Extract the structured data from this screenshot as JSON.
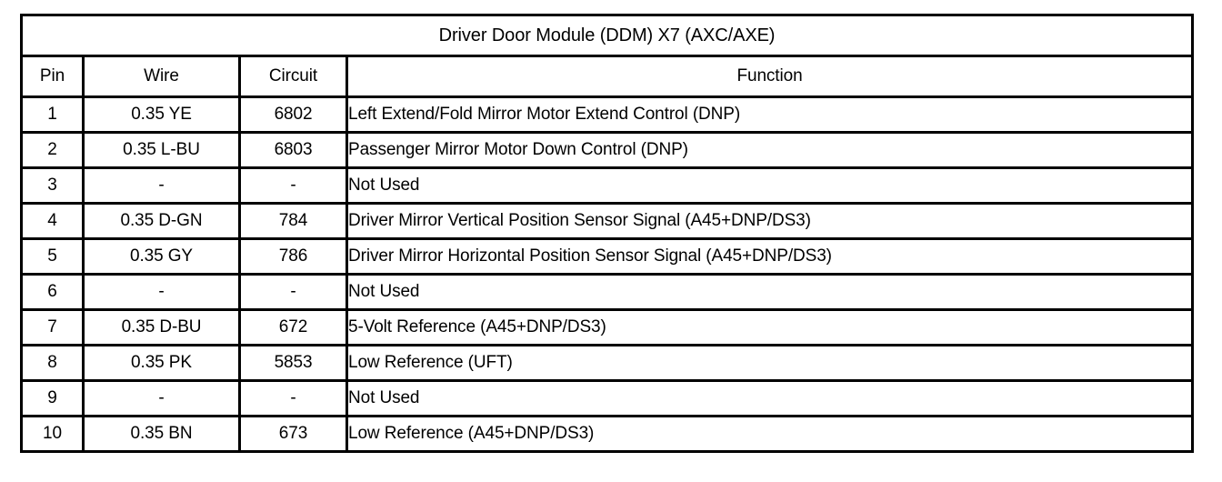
{
  "table": {
    "title": "Driver Door Module (DDM) X7 (AXC/AXE)",
    "columns": [
      {
        "key": "pin",
        "label": "Pin"
      },
      {
        "key": "wire",
        "label": "Wire"
      },
      {
        "key": "circuit",
        "label": "Circuit"
      },
      {
        "key": "function",
        "label": "Function"
      }
    ],
    "rows": [
      {
        "pin": "1",
        "wire": "0.35 YE",
        "circuit": "6802",
        "function": "Left Extend/Fold Mirror Motor Extend Control (DNP)"
      },
      {
        "pin": "2",
        "wire": "0.35 L-BU",
        "circuit": "6803",
        "function": "Passenger Mirror Motor Down Control (DNP)"
      },
      {
        "pin": "3",
        "wire": "-",
        "circuit": "-",
        "function": "Not Used"
      },
      {
        "pin": "4",
        "wire": "0.35 D-GN",
        "circuit": "784",
        "function": "Driver Mirror Vertical Position Sensor Signal (A45+DNP/DS3)"
      },
      {
        "pin": "5",
        "wire": "0.35 GY",
        "circuit": "786",
        "function": "Driver Mirror Horizontal Position Sensor Signal (A45+DNP/DS3)"
      },
      {
        "pin": "6",
        "wire": "-",
        "circuit": "-",
        "function": "Not Used"
      },
      {
        "pin": "7",
        "wire": "0.35 D-BU",
        "circuit": "672",
        "function": "5-Volt Reference (A45+DNP/DS3)"
      },
      {
        "pin": "8",
        "wire": "0.35 PK",
        "circuit": "5853",
        "function": "Low Reference (UFT)"
      },
      {
        "pin": "9",
        "wire": "-",
        "circuit": "-",
        "function": "Not Used"
      },
      {
        "pin": "10",
        "wire": "0.35 BN",
        "circuit": "673",
        "function": "Low Reference (A45+DNP/DS3)"
      }
    ]
  },
  "colors": {
    "page_background": "#ffffff",
    "border": "#000000",
    "text": "#000000"
  }
}
